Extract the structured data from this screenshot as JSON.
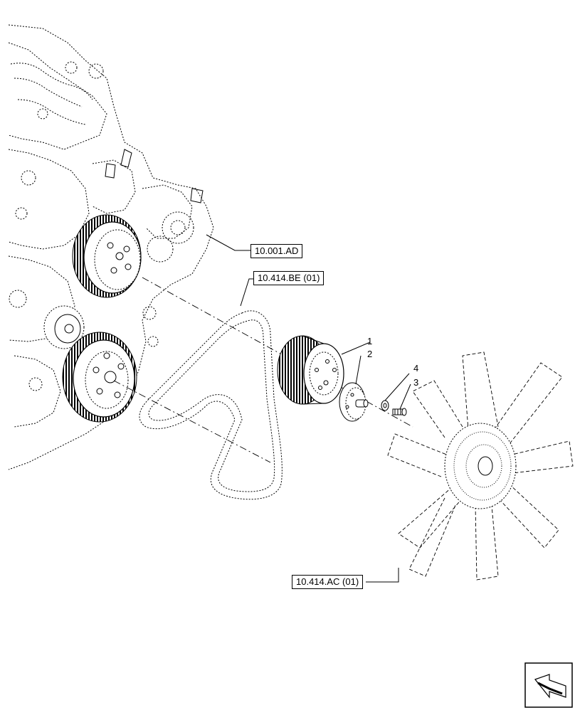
{
  "references": {
    "engine_ref": "10.001.AD",
    "belt_ref": "10.414.BE (01)",
    "fan_ref": "10.414.AC (01)"
  },
  "callouts": {
    "item1": "1",
    "item2": "2",
    "item3": "3",
    "item4": "4"
  },
  "icons": {
    "navigation": "arrow-return-icon"
  }
}
